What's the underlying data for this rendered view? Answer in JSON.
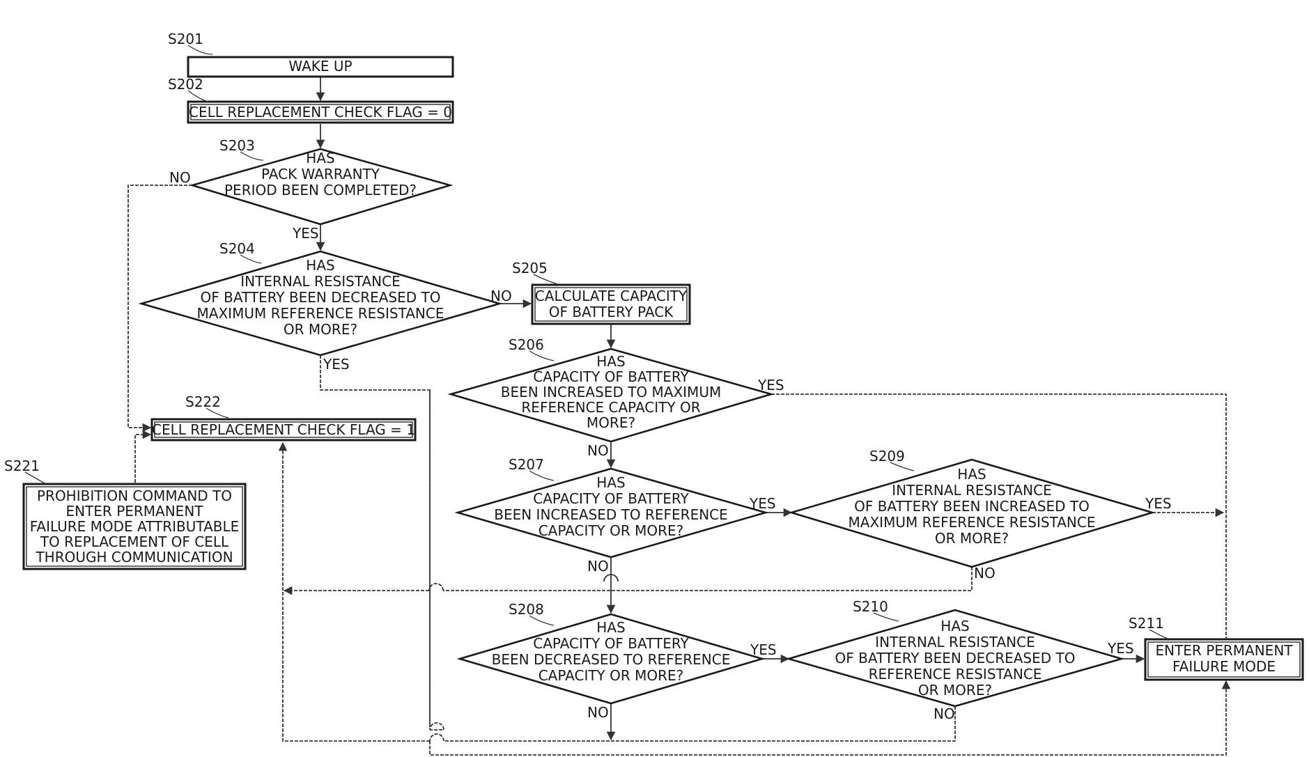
{
  "steps": {
    "s201": {
      "label": "S201",
      "lines": [
        "WAKE UP"
      ]
    },
    "s202": {
      "label": "S202",
      "lines": [
        "CELL REPLACEMENT CHECK FLAG = 0"
      ]
    },
    "s203": {
      "label": "S203",
      "lines": [
        "HAS",
        "PACK WARRANTY",
        "PERIOD BEEN COMPLETED?"
      ]
    },
    "s204": {
      "label": "S204",
      "lines": [
        "HAS",
        "INTERNAL RESISTANCE",
        "OF BATTERY BEEN DECREASED TO",
        "MAXIMUM REFERENCE RESISTANCE",
        "OR MORE?"
      ]
    },
    "s205": {
      "label": "S205",
      "lines": [
        "CALCULATE CAPACITY",
        "OF BATTERY PACK"
      ]
    },
    "s206": {
      "label": "S206",
      "lines": [
        "HAS",
        "CAPACITY OF BATTERY",
        "BEEN INCREASED TO MAXIMUM",
        "REFERENCE CAPACITY OR",
        "MORE?"
      ]
    },
    "s207": {
      "label": "S207",
      "lines": [
        "HAS",
        "CAPACITY OF BATTERY",
        "BEEN INCREASED TO REFERENCE",
        "CAPACITY OR MORE?"
      ]
    },
    "s208": {
      "label": "S208",
      "lines": [
        "HAS",
        "CAPACITY OF BATTERY",
        "BEEN DECREASED TO REFERENCE",
        "CAPACITY OR MORE?"
      ]
    },
    "s209": {
      "label": "S209",
      "lines": [
        "HAS",
        "INTERNAL RESISTANCE",
        "OF BATTERY BEEN INCREASED TO",
        "MAXIMUM REFERENCE RESISTANCE",
        "OR MORE?"
      ]
    },
    "s210": {
      "label": "S210",
      "lines": [
        "HAS",
        "INTERNAL RESISTANCE",
        "OF BATTERY BEEN DECREASED TO",
        "REFERENCE RESISTANCE",
        "OR MORE?"
      ]
    },
    "s211": {
      "label": "S211",
      "lines": [
        "ENTER PERMANENT",
        "FAILURE MODE"
      ]
    },
    "s221": {
      "label": "S221",
      "lines": [
        "PROHIBITION COMMAND TO",
        "ENTER PERMANENT",
        "FAILURE MODE ATTRIBUTABLE",
        "TO REPLACEMENT OF CELL",
        "THROUGH COMMUNICATION"
      ]
    },
    "s222": {
      "label": "S222",
      "lines": [
        "CELL REPLACEMENT CHECK FLAG = 1"
      ]
    }
  },
  "branches": {
    "s203_no": "NO",
    "s203_yes": "YES",
    "s204_no": "NO",
    "s204_yes": "YES",
    "s206_yes": "YES",
    "s206_no": "NO",
    "s207_yes": "YES",
    "s207_no": "NO",
    "s209_yes": "YES",
    "s209_no": "NO",
    "s208_yes": "YES",
    "s208_no": "NO",
    "s210_yes": "YES",
    "s210_no": "NO"
  }
}
